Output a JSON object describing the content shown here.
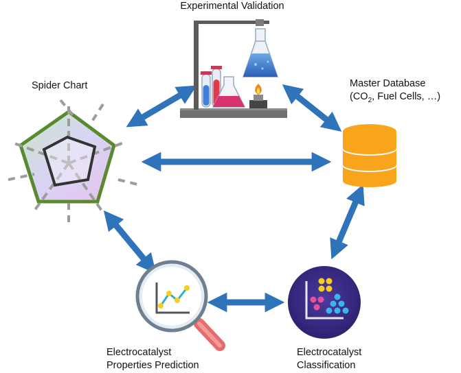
{
  "nodes": {
    "validation": {
      "label": "Experimental Validation",
      "icon": "lab-glassware-icon"
    },
    "spider": {
      "label": "Spider Chart",
      "icon": "spider-chart-icon"
    },
    "database": {
      "label_line1": "Master Database",
      "label_line2_pre": "(CO",
      "label_line2_sub": "2",
      "label_line2_post": ", Fuel Cells, …)",
      "icon": "database-icon"
    },
    "prediction": {
      "label_line1": "Electrocatalyst",
      "label_line2": "Properties Prediction",
      "icon": "magnifier-line-chart-icon"
    },
    "classification": {
      "label_line1": "Electrocatalyst",
      "label_line2": "Classification",
      "icon": "classification-dots-icon"
    }
  },
  "arrows": [
    {
      "from": "spider",
      "to": "validation"
    },
    {
      "from": "validation",
      "to": "database"
    },
    {
      "from": "spider",
      "to": "database"
    },
    {
      "from": "spider",
      "to": "prediction"
    },
    {
      "from": "prediction",
      "to": "classification"
    },
    {
      "from": "classification",
      "to": "database"
    }
  ],
  "colors": {
    "arrow": "#2f73ba",
    "database": "#f9a51b",
    "classification_bg": "#3a2a86",
    "pentagon_outer": "#5a8a2f"
  }
}
